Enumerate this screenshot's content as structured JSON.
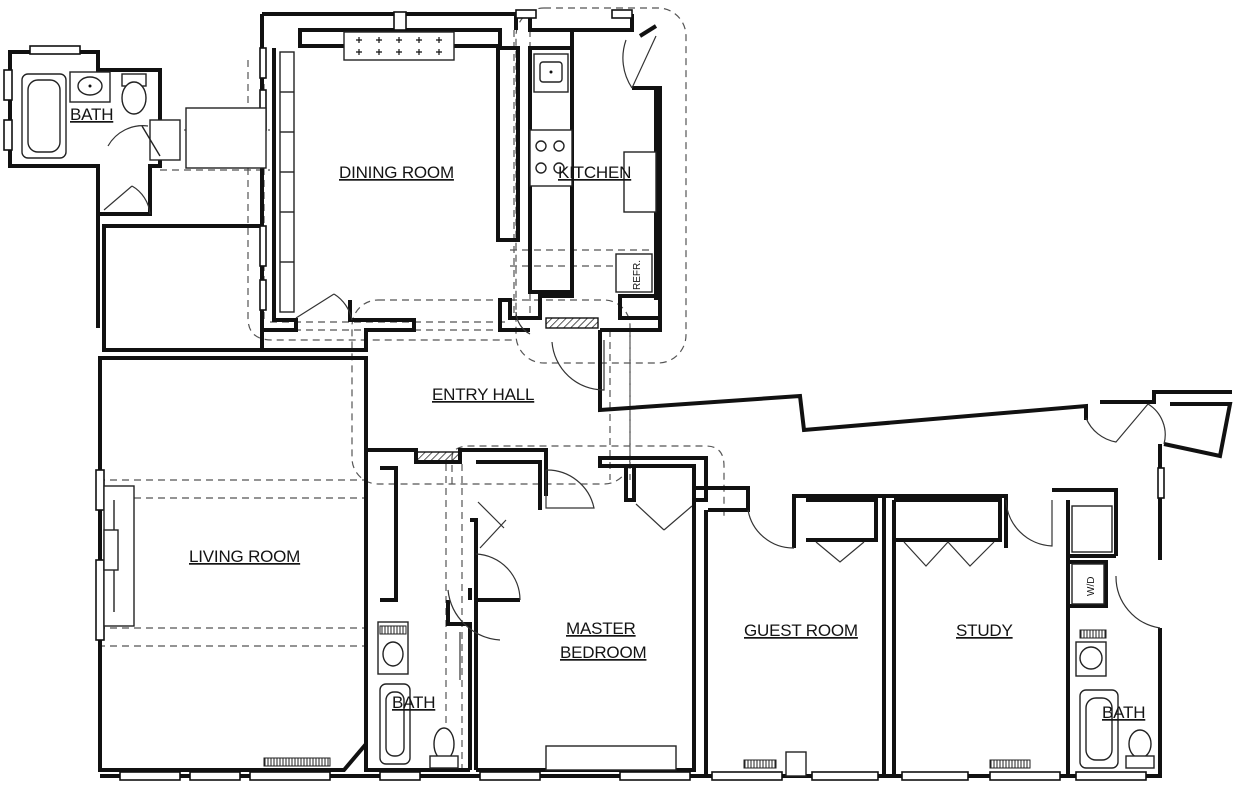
{
  "rooms": {
    "bath_top_left": "BATH",
    "dining_room": "DINING ROOM",
    "kitchen": "KITCHEN",
    "refrigerator": "REFR.",
    "entry_hall": "ENTRY HALL",
    "living_room": "LIVING ROOM",
    "master_bedroom_line1": "MASTER",
    "master_bedroom_line2": "BEDROOM",
    "bath_center": "BATH",
    "guest_room": "GUEST ROOM",
    "study": "STUDY",
    "washer_dryer": "W/D",
    "bath_right": "BATH"
  }
}
